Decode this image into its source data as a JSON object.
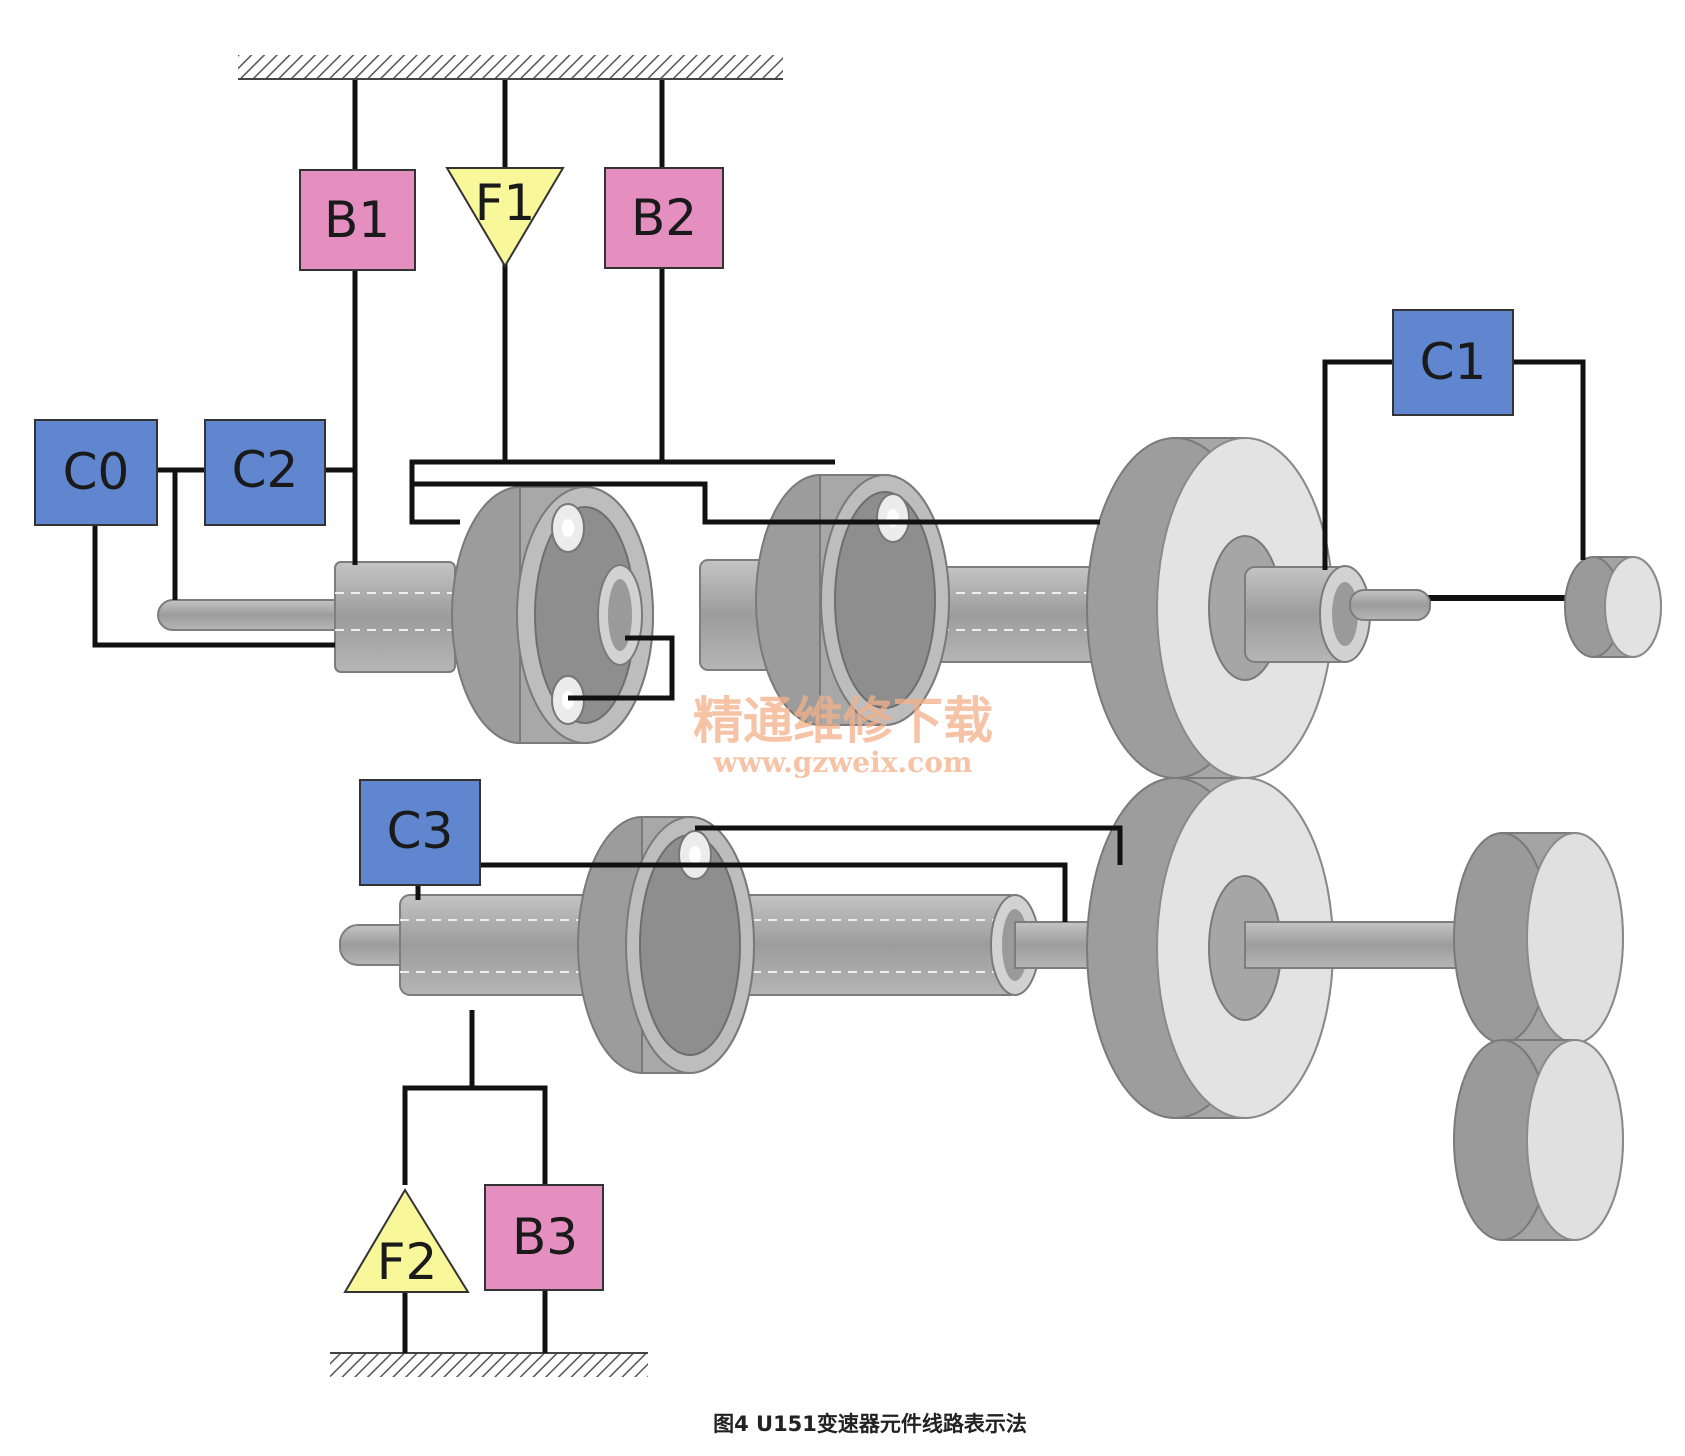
{
  "labels": {
    "b1": "B1",
    "f1": "F1",
    "b2": "B2",
    "c0": "C0",
    "c2": "C2",
    "c1": "C1",
    "c3": "C3",
    "f2": "F2",
    "b3": "B3"
  },
  "watermark": {
    "line1": "精通维修下载",
    "line2": "www.gzweix.com"
  },
  "caption": "图4  U151变速器元件线路表示法",
  "colors": {
    "brake": "#e58fc1",
    "one_way_clutch": "#f8f79a",
    "clutch": "#5f86cf",
    "metal": "#a7a7a7",
    "metal_face": "#e4e4e4",
    "line": "#111111"
  }
}
